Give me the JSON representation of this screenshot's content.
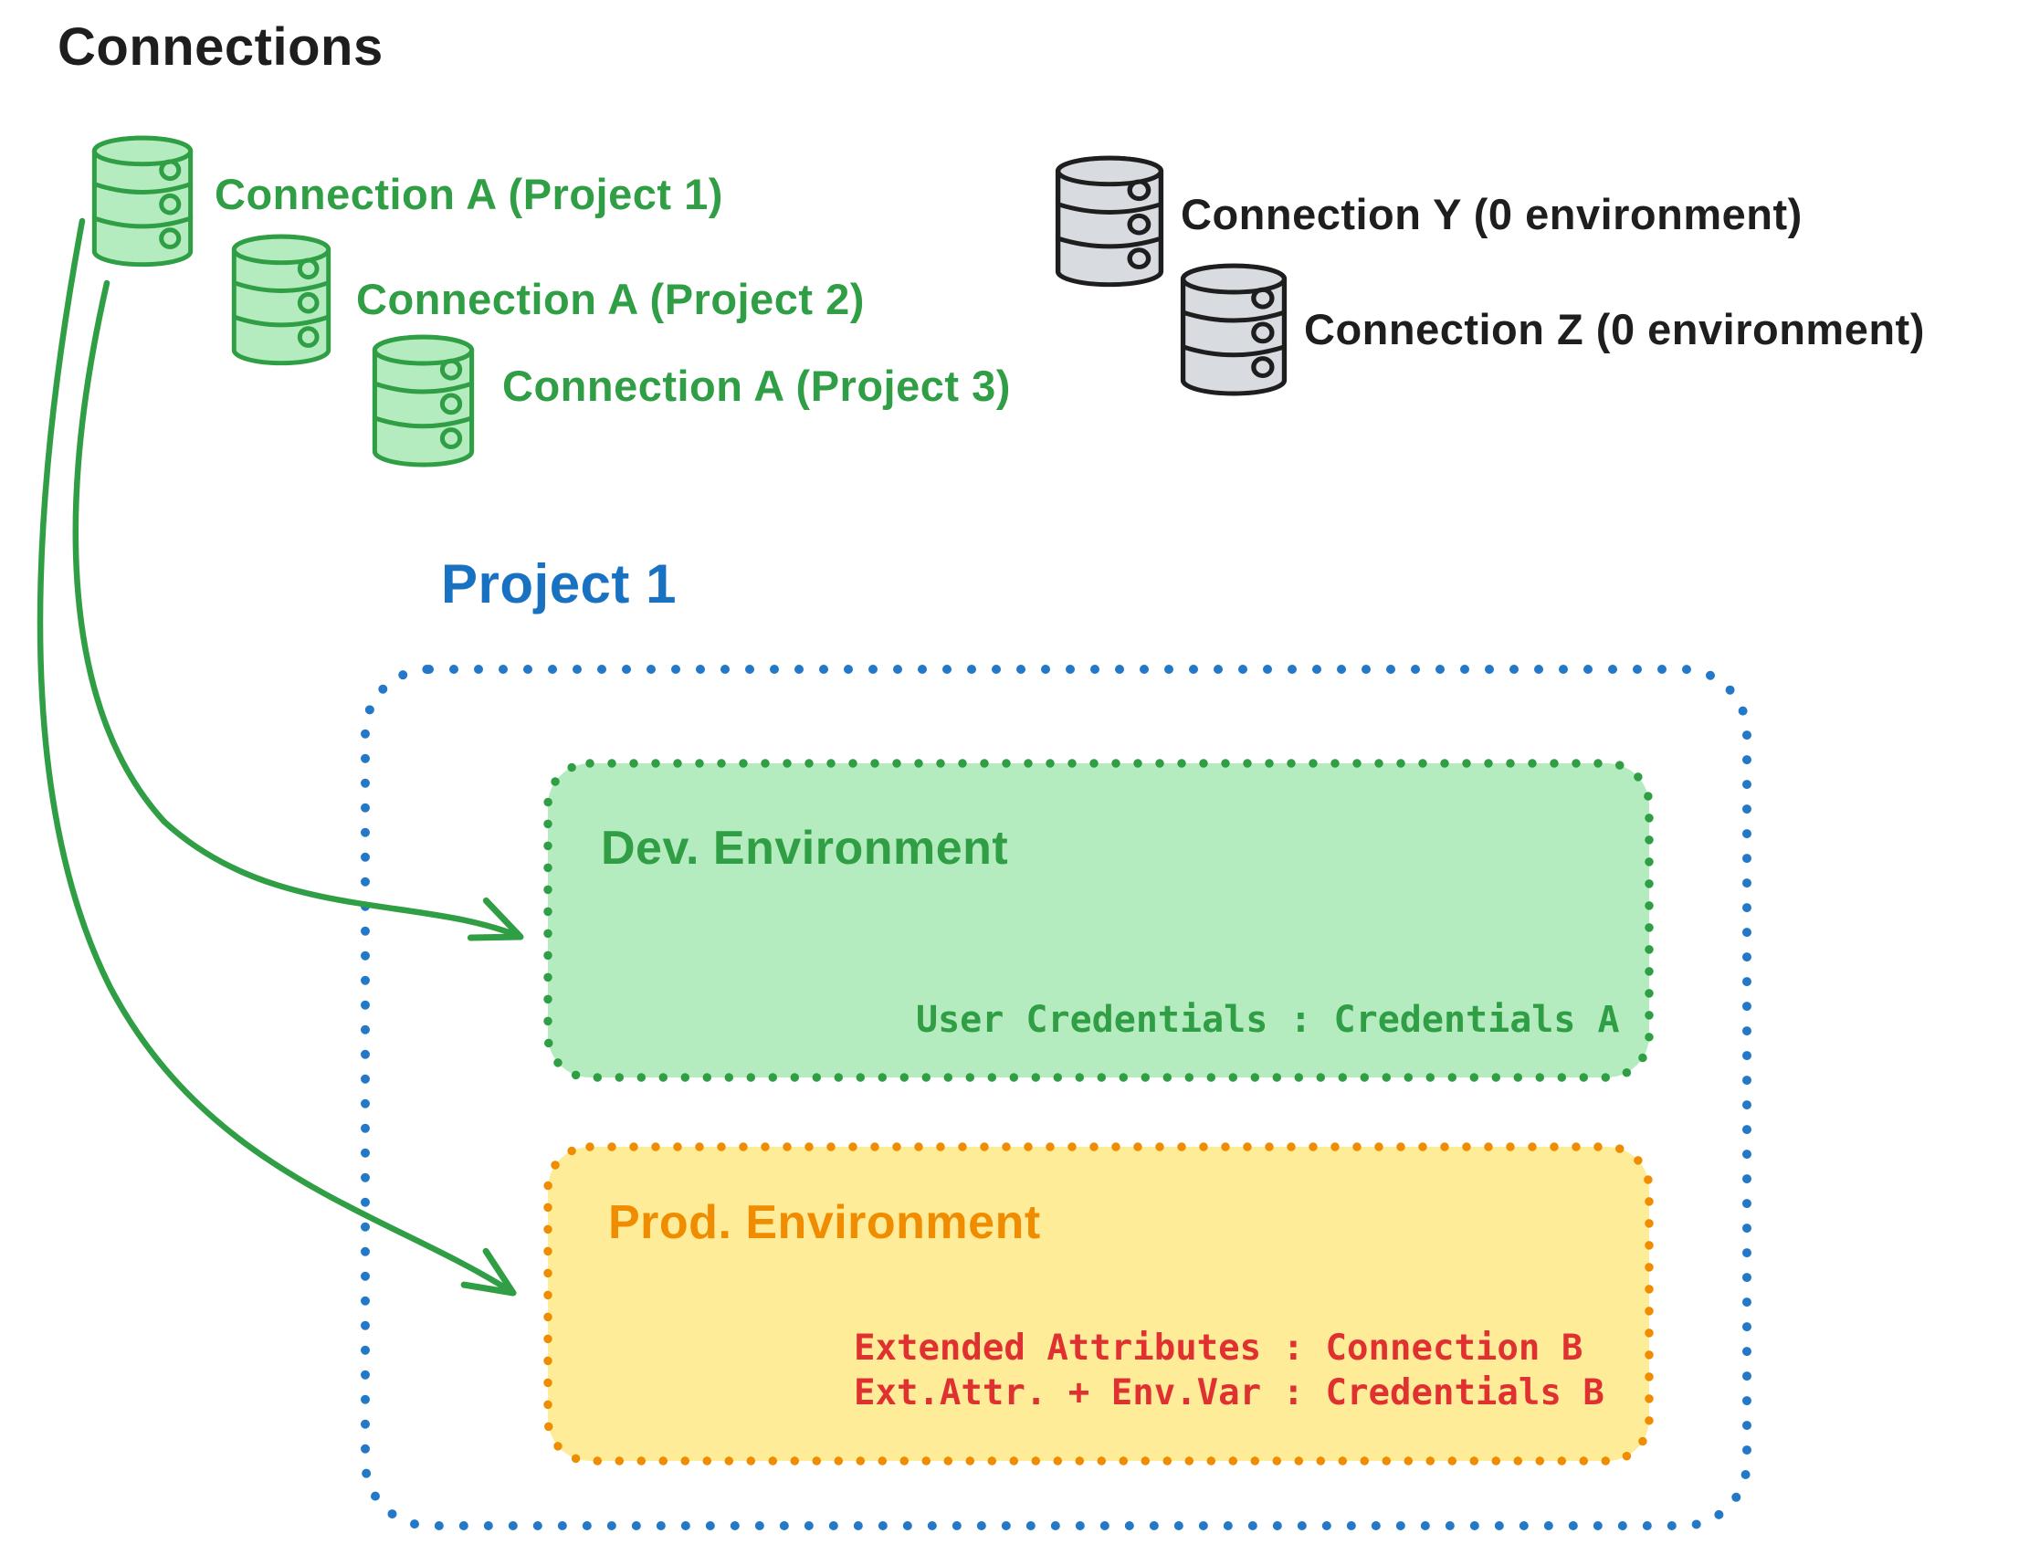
{
  "diagram": {
    "title": "Connections",
    "green_connections": [
      {
        "label": "Connection A (Project 1)",
        "icon": "database-icon"
      },
      {
        "label": "Connection A (Project 2)",
        "icon": "database-icon"
      },
      {
        "label": "Connection A (Project 3)",
        "icon": "database-icon"
      }
    ],
    "gray_connections": [
      {
        "label": "Connection Y (0 environment)",
        "icon": "database-icon"
      },
      {
        "label": "Connection Z (0 environment)",
        "icon": "database-icon"
      }
    ],
    "project": {
      "label": "Project 1",
      "dev_environment": {
        "title": "Dev. Environment",
        "mapping": "User Credentials : Credentials A"
      },
      "prod_environment": {
        "title": "Prod. Environment",
        "mappings": [
          "Extended Attributes : Connection B",
          "Ext.Attr. + Env.Var : Credentials B"
        ]
      }
    },
    "colors": {
      "green_stroke": "#2f9e44",
      "green_fill": "#b4ecc0",
      "blue": "#1971c2",
      "blue_dots": "#2478c8",
      "orange_stroke": "#f08c00",
      "orange_fill": "#ffec99",
      "red_text": "#e03131",
      "black": "#1e1e1e",
      "gray_fill": "#d8dce1"
    }
  }
}
